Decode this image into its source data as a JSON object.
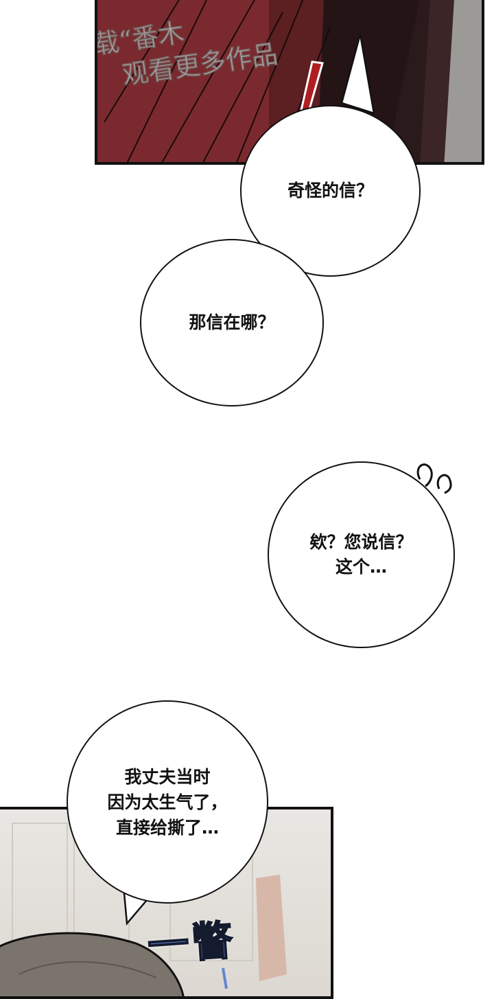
{
  "watermark": {
    "line1": "下载“番木",
    "line2": "观看更多作品"
  },
  "bubbles": [
    {
      "text": "奇怪的信？"
    },
    {
      "text": "那信在哪？"
    },
    {
      "line1": "欸？您说信？",
      "line2": "这个…"
    },
    {
      "line1": "我丈夫当时",
      "line2": "因为太生气了，",
      "line3": "直接给撕了…"
    }
  ],
  "sfx": {
    "text": "一瞥",
    "color": "#5f86cf"
  },
  "colors": {
    "hair_red": "#7a2a2e",
    "background": "#2a1a1c",
    "exclaim": "#b01e22"
  }
}
